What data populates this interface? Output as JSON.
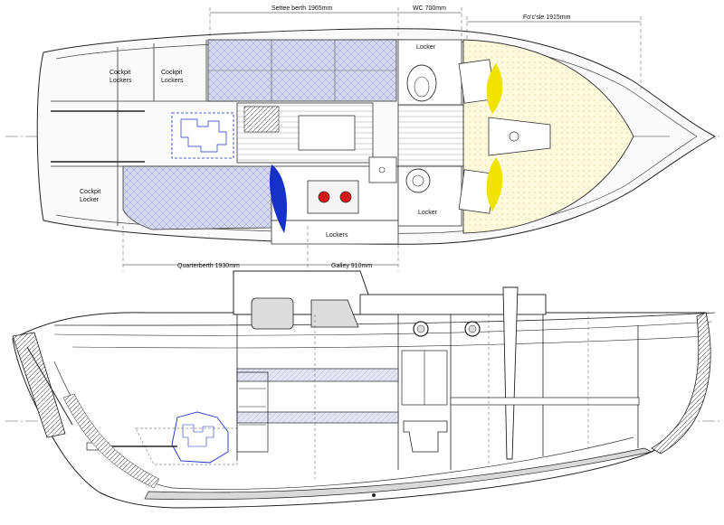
{
  "dimensions": {
    "settee_berth": "Settee berth 1965mm",
    "wc": "WC 700mm",
    "focsle": "Fo'c'sle 1915mm",
    "quarterberth": "Quarterberth 1930mm",
    "galley": "Galley 910mm"
  },
  "labels": {
    "cockpit_lockers_1": [
      "Cockpit",
      "Lockers"
    ],
    "cockpit_lockers_2": [
      "Cockpit",
      "Lockers"
    ],
    "cockpit_locker": [
      "Cockpit",
      "Locker"
    ],
    "locker_top": "Locker",
    "locker_bottom": "Locker",
    "lockers": "Lockers"
  },
  "colors": {
    "berth_fill": "#c9cde8",
    "focsle_fill": "#fbf8d8",
    "sail_yellow": "#f2e200",
    "sail_blue": "#1630c8",
    "burner_red": "#d81818",
    "line": "#222222",
    "keel_fill": "#d9d9d9"
  }
}
